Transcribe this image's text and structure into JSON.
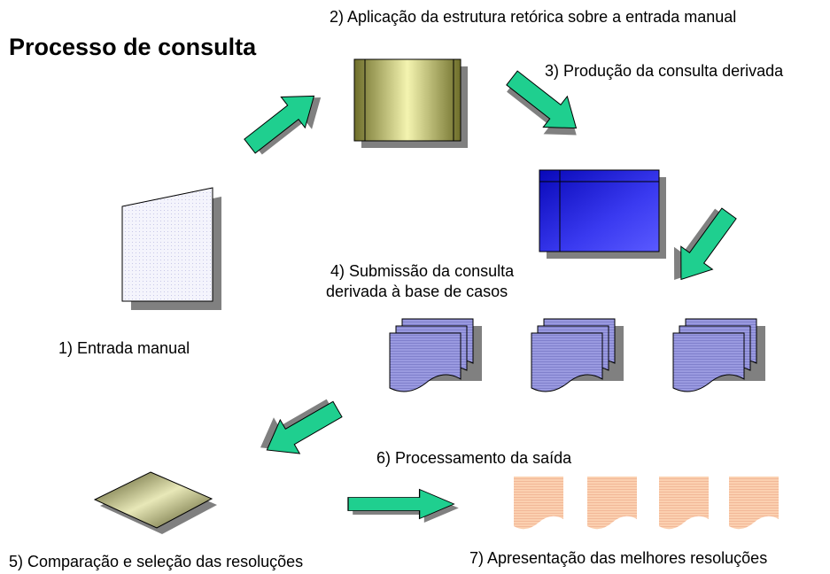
{
  "title": "Processo de consulta",
  "steps": {
    "s1": "1) Entrada manual",
    "s2": "2) Aplicação da estrutura retórica sobre a entrada manual",
    "s3": "3) Produção da consulta derivada",
    "s4_line1": "4) Submissão da consulta",
    "s4_line2": "derivada à base de casos",
    "s5": "5) Comparação e seleção das resoluções",
    "s6": "6) Processamento da saída",
    "s7": "7) Apresentação das melhores resoluções"
  },
  "colors": {
    "arrow": "#1fcf8f",
    "shadow": "#808080",
    "input_fill": "#f0f0fa",
    "olive_box": "#d8d890",
    "blue_box": "#1a1ae0",
    "case_docs": "#9090d8",
    "output_docs": "#f8c8a8",
    "diamond": "#c8c890"
  }
}
